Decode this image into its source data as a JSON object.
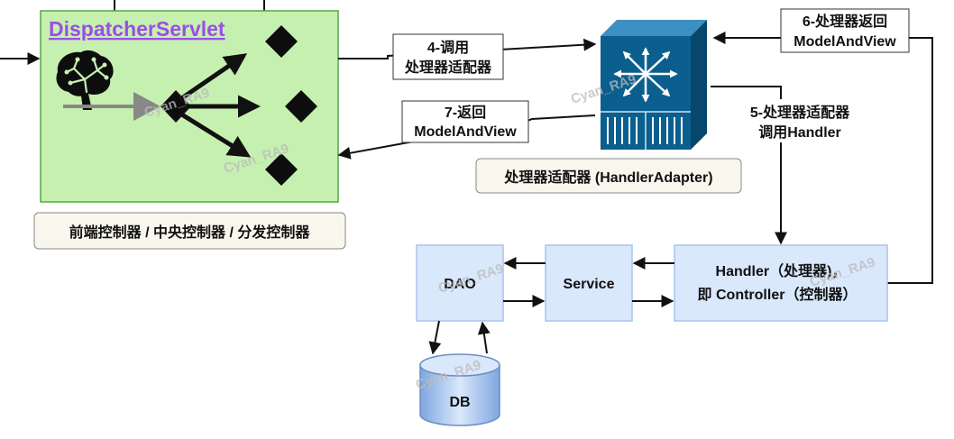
{
  "colors": {
    "dispatcher_fill": "#c6f0b0",
    "dispatcher_stroke": "#55a845",
    "title": "#9b4dea",
    "box_fill": "#dae8fc",
    "box_stroke": "#a9c4eb",
    "label_fill": "#f9f7ed",
    "switch_blue": "#0a5f8e"
  },
  "dispatcher": {
    "title": "DispatcherServlet",
    "caption": "前端控制器 / 中央控制器 / 分发控制器",
    "icons": [
      "brain-icon",
      "routing-diamond-icon"
    ]
  },
  "adapter": {
    "caption": "处理器适配器 (HandlerAdapter)",
    "icon": "network-switch-icon"
  },
  "handler": {
    "line1": "Handler（处理器)，",
    "line2": "即 Controller（控制器）"
  },
  "service": {
    "label": "Service"
  },
  "dao": {
    "label": "DAO"
  },
  "db": {
    "label": "DB"
  },
  "edges": {
    "e4": {
      "line1": "4-调用",
      "line2": "处理器适配器"
    },
    "e5": {
      "line1": "5-处理器适配器",
      "line2": "调用Handler"
    },
    "e6": {
      "line1": "6-处理器返回",
      "line2": "ModelAndView"
    },
    "e7": {
      "line1": "7-返回",
      "line2": "ModelAndView"
    }
  },
  "watermark": "Cyan_RA9"
}
